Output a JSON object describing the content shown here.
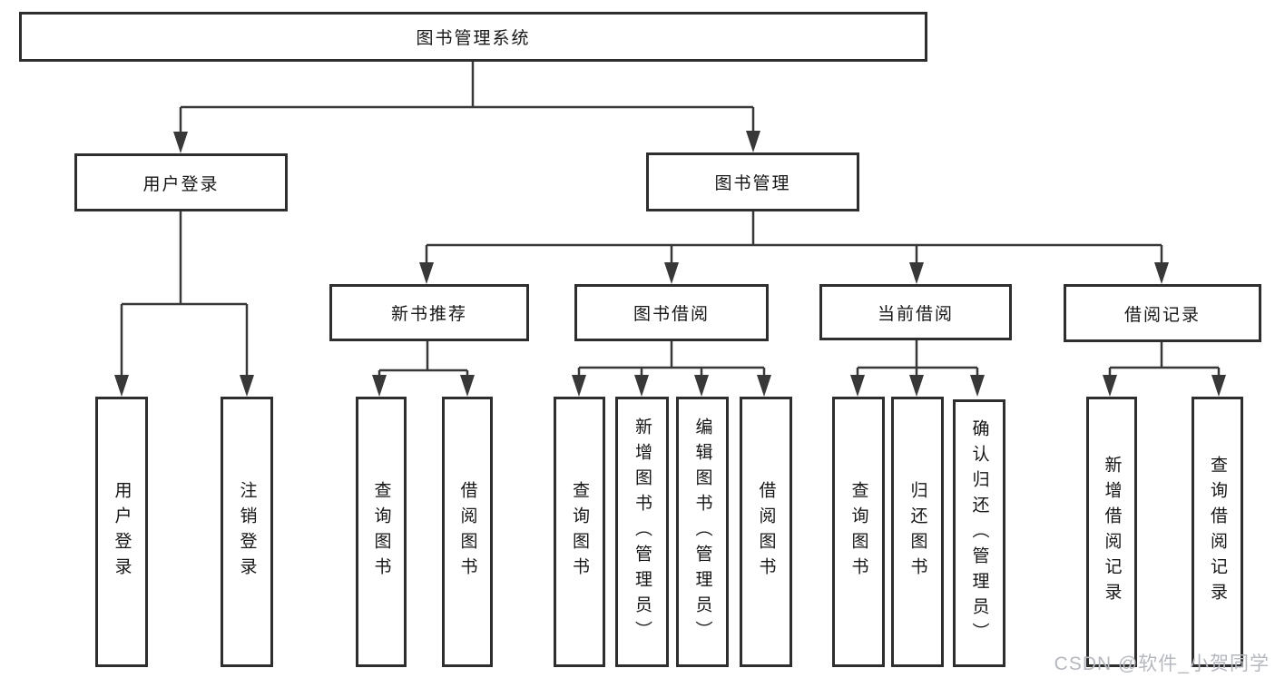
{
  "diagram": {
    "root": {
      "label": "图书管理系统"
    },
    "level2": [
      {
        "label": "用户登录"
      },
      {
        "label": "图书管理"
      }
    ],
    "level3": [
      {
        "label": "新书推荐"
      },
      {
        "label": "图书借阅"
      },
      {
        "label": "当前借阅"
      },
      {
        "label": "借阅记录"
      }
    ],
    "leaves": {
      "login": [
        "用户登录",
        "注销登录"
      ],
      "newbook": [
        "查询图书",
        "借阅图书"
      ],
      "borrow": [
        "查询图书",
        "新增图书（管理员）",
        "编辑图书（管理员）",
        "借阅图书"
      ],
      "current": [
        "查询图书",
        "归还图书",
        "确认归还（管理员）"
      ],
      "records": [
        "新增借阅记录",
        "查询借阅记录"
      ]
    }
  },
  "watermark": {
    "text": "CSDN @软件_小贺同学"
  },
  "colors": {
    "box_border": "#2e2e2e",
    "connector_line": "#383838",
    "text": "#161616",
    "watermark_text": "#b5b8bf",
    "background": "#ffffff"
  }
}
